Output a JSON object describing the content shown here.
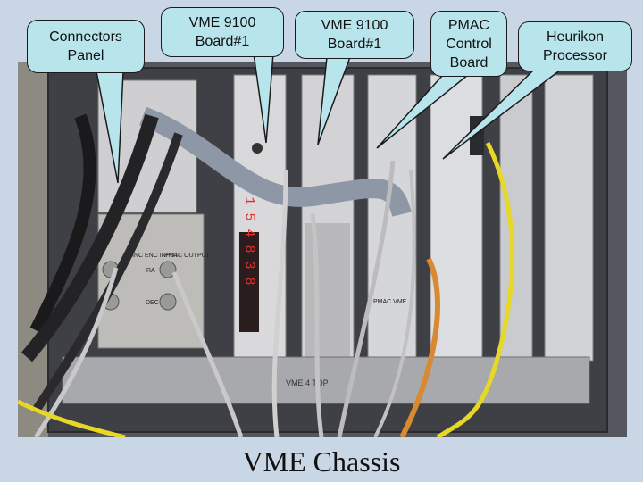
{
  "callouts": {
    "connectors_panel": "Connectors\nPanel",
    "vme_board_left": "VME 9100\nBoard#1",
    "vme_board_right": "VME 9100\nBoard#1",
    "pmac_control_board": "PMAC\nControl\nBoard",
    "heurikon_processor": "Heurikon\nProcessor"
  },
  "caption": "VME Chassis",
  "photo_labels": {
    "led_digits": "1 5 4 8 3 8",
    "panel_label_ra": "RA",
    "panel_label_dec": "DEC",
    "panel_label_enc_input": "INC ENC INPUT",
    "panel_label_pmac_output": "PMAC OUTPUT",
    "chassis_label": "VME 4 TOP",
    "pmac_vme_label": "PMAC VME"
  },
  "colors": {
    "slide_background": "#c9d6e6",
    "callout_fill": "#b8e4ec",
    "chassis_frame": "#3f4046",
    "board_face": "#d9d9db",
    "led_red": "#e0302a",
    "yellow_cable": "#e8d826",
    "grey_cable": "#c9c9c9",
    "ribbon_cable": "#8e97a6"
  }
}
